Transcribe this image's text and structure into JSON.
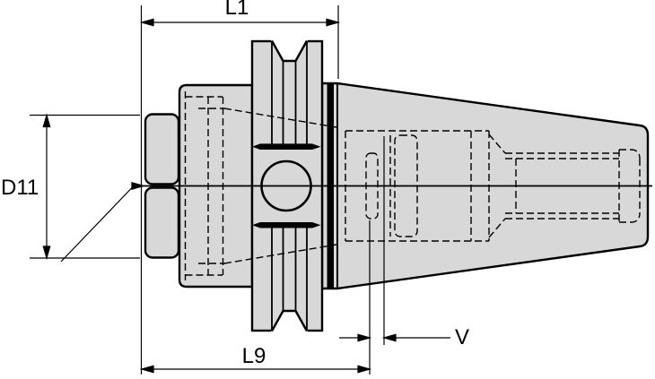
{
  "drawing": {
    "labels": {
      "l1": "L1",
      "d11": "D11",
      "l9": "L9",
      "v": "V"
    },
    "colors": {
      "background": "#ffffff",
      "part_fill": "#d8d8d8",
      "line": "#000000"
    }
  }
}
